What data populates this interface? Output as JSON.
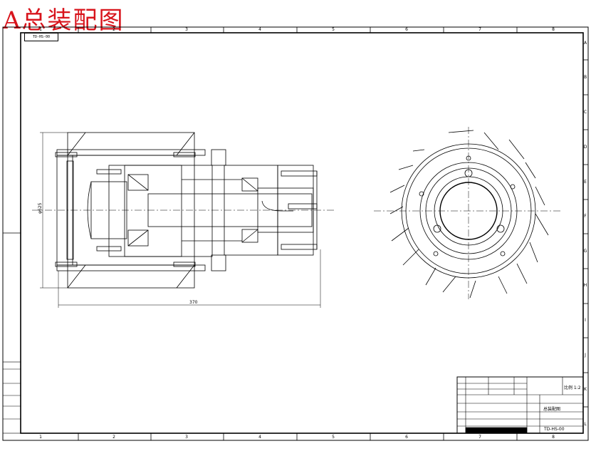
{
  "title": "A总装配图",
  "drawing_number_stamp": "TD-HS-00",
  "grid": {
    "cols": [
      "1",
      "2",
      "3",
      "4",
      "5",
      "6",
      "7",
      "8"
    ],
    "rows": [
      "A",
      "B",
      "C",
      "D",
      "E",
      "F",
      "G",
      "H",
      "I",
      "J",
      "K",
      "L"
    ]
  },
  "dimensions": {
    "height_label": "φ625",
    "length_label": "370"
  },
  "title_block": {
    "drawing_no": "TD-HS-00",
    "part_name": "总装配图",
    "scale_label": "比例 1:2"
  },
  "colors": {
    "title": "#d8141c",
    "line": "#000000",
    "background": "#ffffff"
  }
}
